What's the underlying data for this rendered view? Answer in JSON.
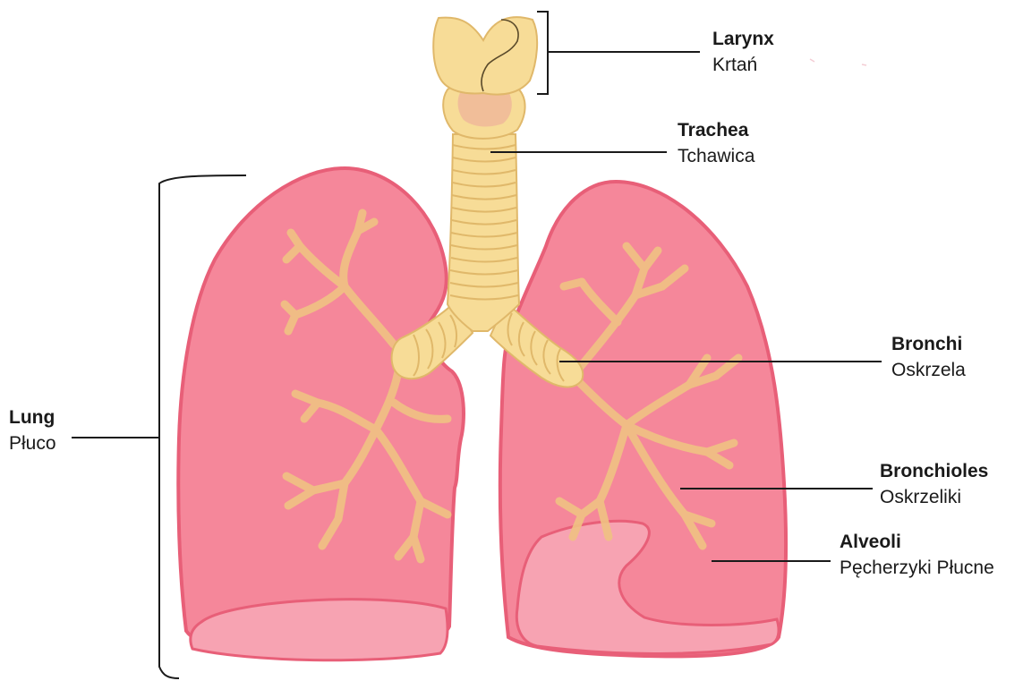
{
  "labels": {
    "larynx": {
      "en": "Larynx",
      "pl": "Krtań"
    },
    "trachea": {
      "en": "Trachea",
      "pl": "Tchawica"
    },
    "bronchi": {
      "en": "Bronchi",
      "pl": "Oskrzela"
    },
    "bronchioles": {
      "en": "Bronchioles",
      "pl": "Oskrzeliki"
    },
    "alveoli": {
      "en": "Alveoli",
      "pl": "Pęcherzyki Płucne"
    },
    "lung": {
      "en": "Lung",
      "pl": "Płuco"
    }
  },
  "colors": {
    "lung_fill": "#f5879a",
    "lung_outline": "#e85f78",
    "airway_fill": "#f7dc97",
    "airway_outline": "#e0b86a",
    "bronchiole_branch": "#f0c283",
    "leader_line": "#1a1a1a"
  }
}
